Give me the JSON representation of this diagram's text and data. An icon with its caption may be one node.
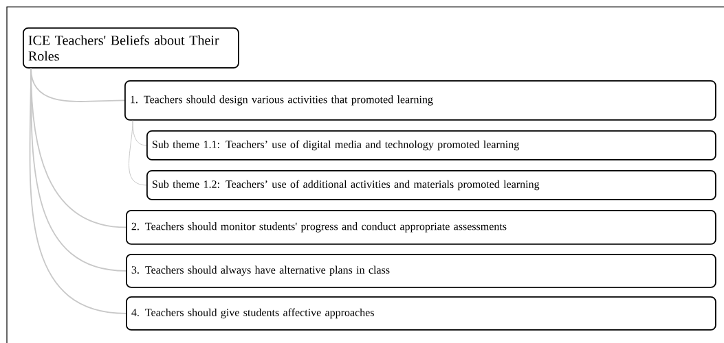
{
  "diagram": {
    "nodes": [
      {
        "text": [
          "ICE Teachers' Beliefs about Their Roles"
        ]
      },
      {
        "text": [
          "1. Teachers should design various activities that promoted learning"
        ]
      },
      {
        "text": [
          "Sub theme 1.1: Teachers’ use of digital media and technology promoted learning"
        ]
      },
      {
        "text": [
          "Sub theme 1.2: Teachers’ use of additional activities and materials promoted learning"
        ]
      },
      {
        "text": [
          "2. Teachers should monitor students' progress and conduct appropriate assessments"
        ]
      },
      {
        "text": [
          "3. Teachers should always have alternative plans in class"
        ]
      },
      {
        "text": [
          "4. Teachers should give students affective approaches"
        ]
      }
    ],
    "edges": [
      {
        "from": 0,
        "to": 1,
        "arrow": "none"
      },
      {
        "from": 1,
        "to": 2,
        "arrow": "none"
      },
      {
        "from": 1,
        "to": 3,
        "arrow": "none"
      },
      {
        "from": 0,
        "to": 4,
        "arrow": "none"
      },
      {
        "from": 0,
        "to": 5,
        "arrow": "none"
      },
      {
        "from": 0,
        "to": 6,
        "arrow": "none"
      }
    ]
  }
}
